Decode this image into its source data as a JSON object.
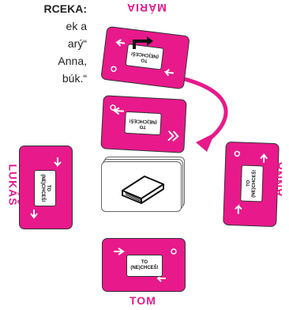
{
  "note": {
    "heading": "RCEKA:",
    "lines": [
      "ek a",
      "arý“",
      "Anna,",
      "búk.“"
    ]
  },
  "card_text": {
    "line1": "TO",
    "line2": "(NE)CHCEŠ!"
  },
  "players": {
    "top": "MÁRIA",
    "right": "ANNA",
    "left": "LUKÁŠ",
    "bottom": "TOM"
  },
  "colors": {
    "card": "#e8198b",
    "arrow": "#e8198b",
    "outline": "#333333"
  },
  "icons": [
    "book-icon",
    "turn-arrow-icon",
    "curved-arrow-icon"
  ]
}
